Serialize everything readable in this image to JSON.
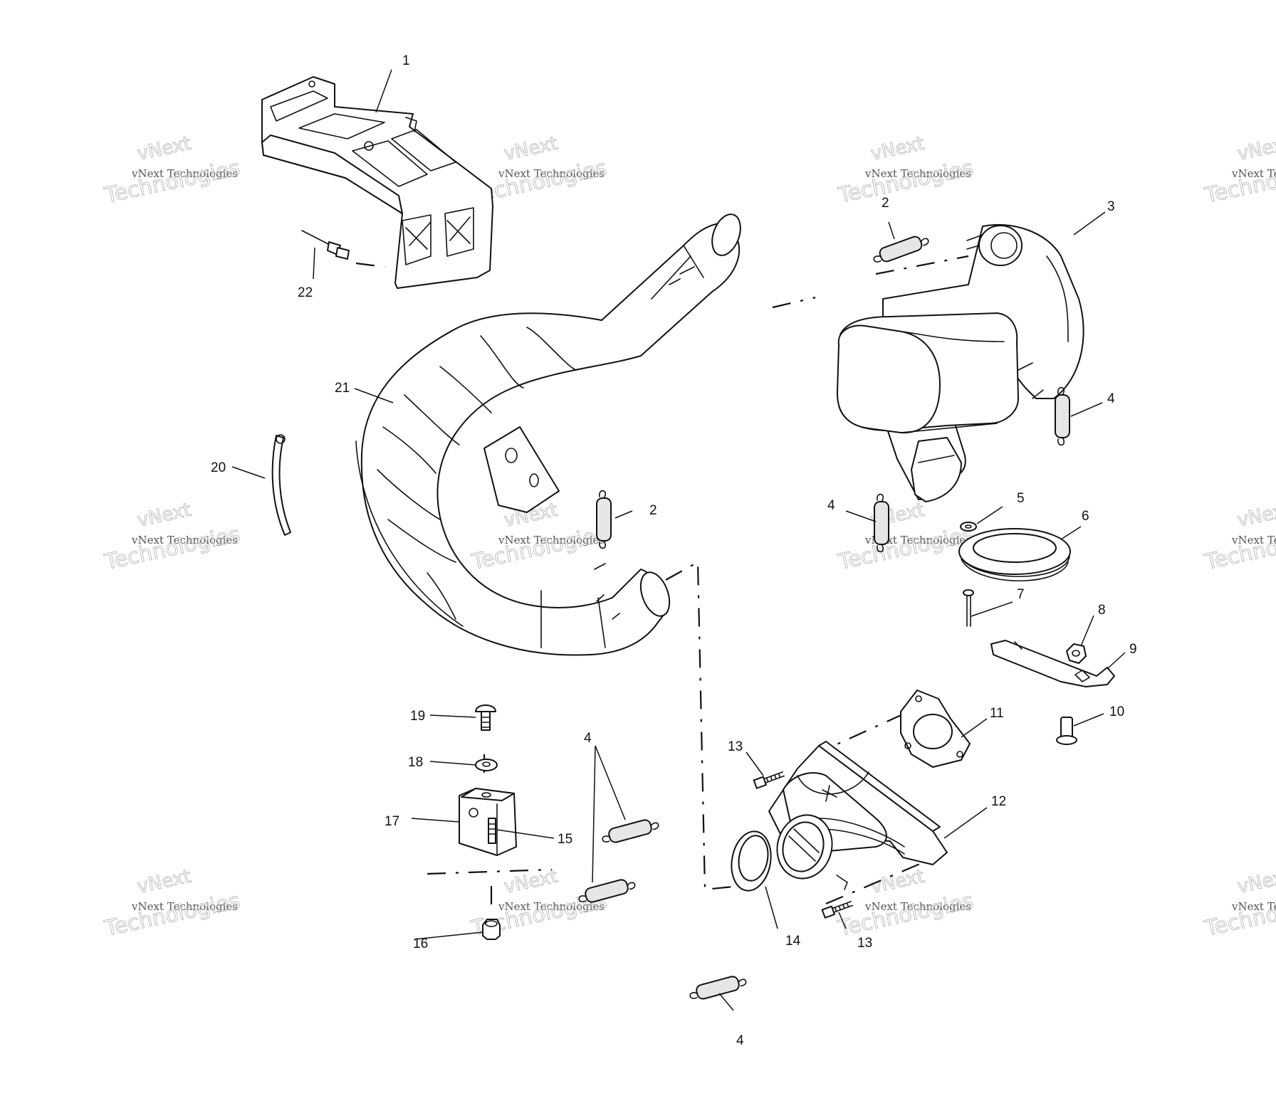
{
  "diagram": {
    "callouts": [
      "1",
      "2",
      "3",
      "4",
      "2",
      "21",
      "20",
      "4",
      "5",
      "6",
      "7",
      "8",
      "9",
      "10",
      "11",
      "12",
      "13",
      "13",
      "14",
      "15",
      "16",
      "17",
      "18",
      "19",
      "22",
      "4",
      "4"
    ],
    "watermark": {
      "line1": "vNext",
      "line2": "vNext Technologies",
      "line3": "Technologies",
      "partial_line1": "vNext",
      "partial_line2": "vNext Te",
      "partial_line3": "Techno"
    }
  }
}
